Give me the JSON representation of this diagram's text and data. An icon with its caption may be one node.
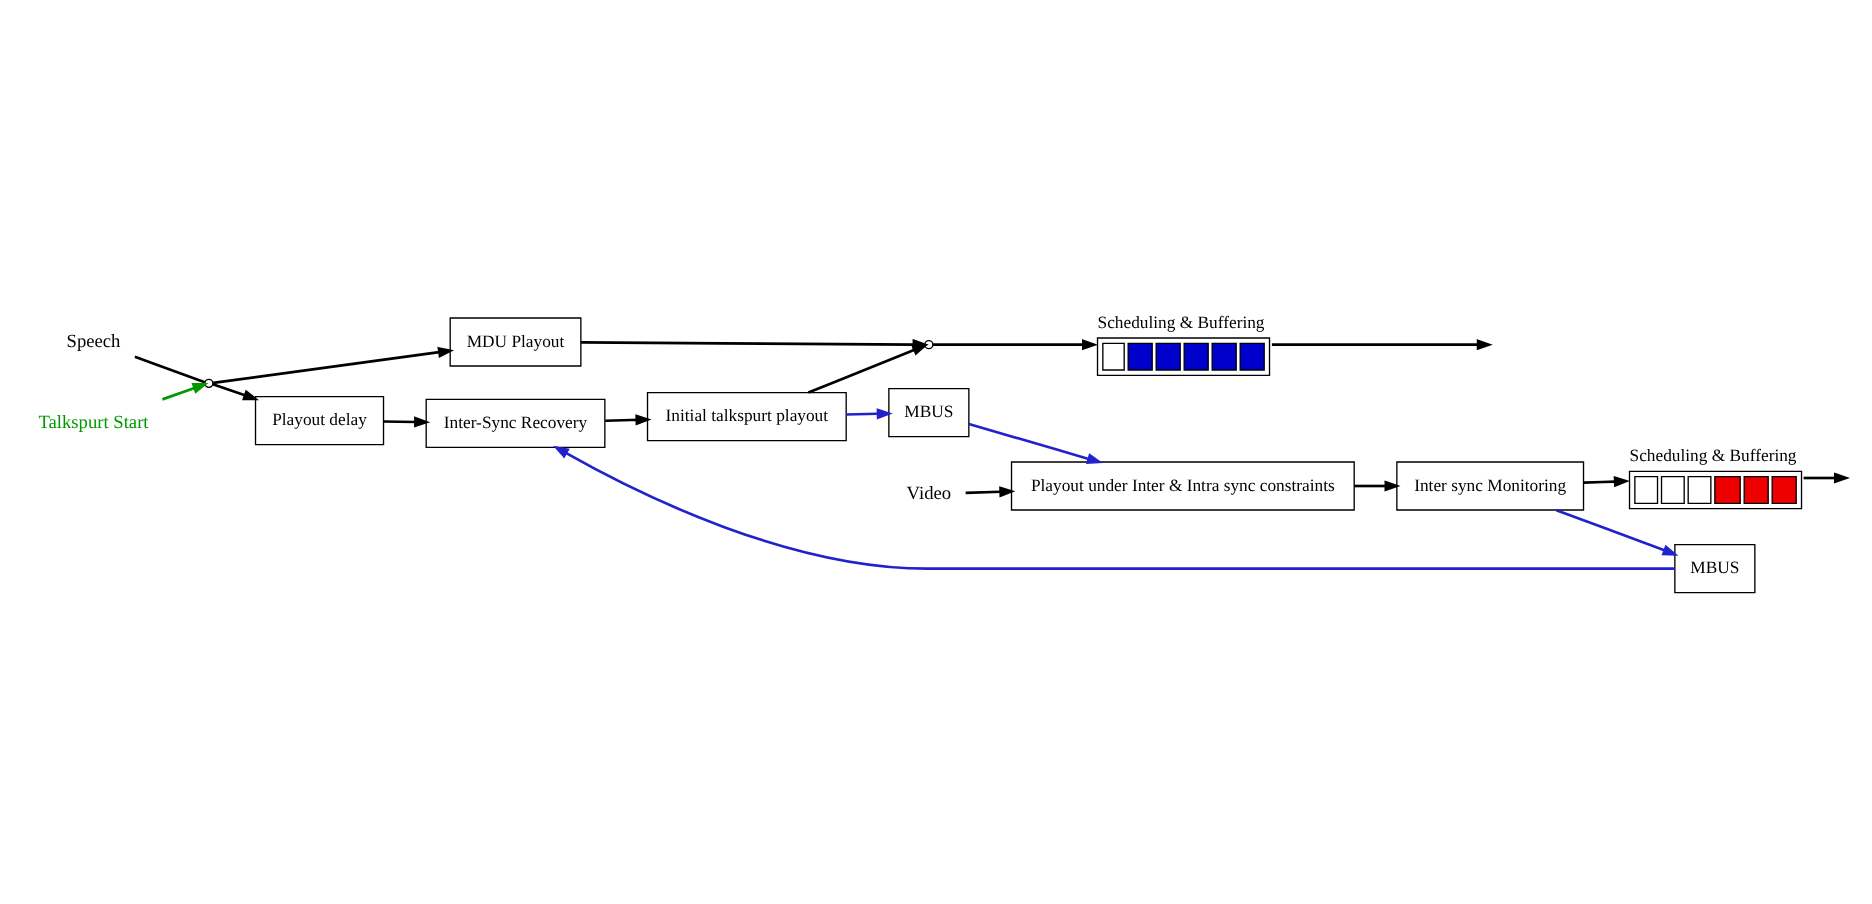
{
  "diagram": {
    "nodes": [
      {
        "text": [
          "Speech"
        ]
      },
      {
        "text": [],
        "shape": "circle"
      },
      {
        "text": [
          "MDU Playout"
        ]
      },
      {
        "text": [
          "Playout delay"
        ]
      },
      {
        "text": [
          "Inter-Sync Recovery"
        ]
      },
      {
        "text": [
          "Initial talkspurt playout"
        ]
      },
      {
        "text": [],
        "shape": "circle"
      },
      {
        "text": [
          "Scheduling & Buffering"
        ]
      },
      {
        "text": [
          "MBUS"
        ]
      },
      {
        "text": [
          "MBUS"
        ]
      },
      {
        "text": [
          "Video"
        ]
      },
      {
        "text": [
          "Playout under Inter & Intra sync constraints"
        ]
      },
      {
        "text": [
          "Inter sync Monitoring"
        ]
      },
      {
        "text": [
          "Scheduling & Buffering"
        ]
      },
      {
        "text": [
          "Talkspurt Start"
        ]
      }
    ],
    "edges": [
      {
        "from": 0,
        "to": 1,
        "arrow": "none"
      },
      {
        "from": 1,
        "to": 2,
        "arrow": "to"
      },
      {
        "from": 1,
        "to": 3,
        "arrow": "to"
      },
      {
        "from": 3,
        "to": 4,
        "arrow": "to"
      },
      {
        "from": 4,
        "to": 5,
        "arrow": "to"
      },
      {
        "from": 5,
        "to": 6,
        "arrow": "to"
      },
      {
        "from": 2,
        "to": 6,
        "arrow": "to"
      },
      {
        "from": 6,
        "to": 7,
        "arrow": "to"
      },
      {
        "from": 7,
        "to": null,
        "arrow": "to"
      },
      {
        "from": 5,
        "to": 8,
        "arrow": "to",
        "color": "#2222cc"
      },
      {
        "from": 8,
        "to": 11,
        "arrow": "to",
        "color": "#2222cc"
      },
      {
        "from": 12,
        "to": 9,
        "arrow": "to",
        "color": "#2222cc"
      },
      {
        "from": 9,
        "to": 4,
        "arrow": "to",
        "color": "#2222cc"
      },
      {
        "from": 10,
        "to": 11,
        "arrow": "to"
      },
      {
        "from": 11,
        "to": 12,
        "arrow": "to"
      },
      {
        "from": 12,
        "to": 13,
        "arrow": "to"
      },
      {
        "from": 13,
        "to": null,
        "arrow": "to"
      },
      {
        "from": 14,
        "to": 1,
        "arrow": "to",
        "color": "#009900"
      }
    ]
  }
}
